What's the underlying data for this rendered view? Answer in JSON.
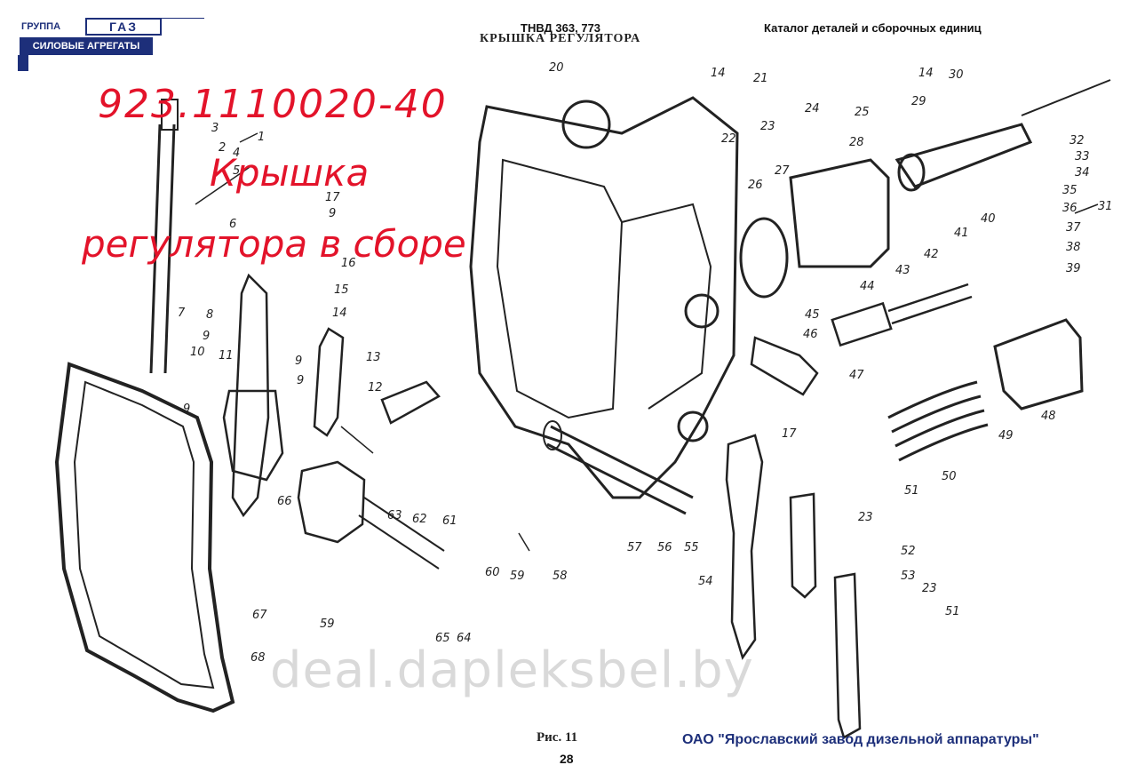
{
  "logo": {
    "group_text": "ГРУППА",
    "brand_text": "ГАЗ",
    "subtitle": "СИЛОВЫЕ АГРЕГАТЫ",
    "color": "#1d2f7a"
  },
  "header": {
    "center": "ТНВД 363, 773",
    "title": "КРЫШКА РЕГУЛЯТОРА",
    "right": "Каталог деталей и сборочных единиц"
  },
  "overlay": {
    "part_number": "923.1110020-40",
    "line1": "Крышка",
    "line2": "регулятора в сборе",
    "color": "#e3132a"
  },
  "callouts": [
    "1",
    "2",
    "3",
    "4",
    "5",
    "6",
    "7",
    "8",
    "9",
    "9",
    "9",
    "9",
    "9",
    "10",
    "11",
    "12",
    "13",
    "14",
    "14",
    "14",
    "15",
    "16",
    "17",
    "17",
    "20",
    "21",
    "22",
    "23",
    "23",
    "23",
    "24",
    "25",
    "26",
    "27",
    "28",
    "29",
    "30",
    "31",
    "32",
    "33",
    "34",
    "35",
    "36",
    "37",
    "38",
    "39",
    "40",
    "41",
    "42",
    "43",
    "44",
    "45",
    "46",
    "47",
    "48",
    "49",
    "50",
    "51",
    "51",
    "52",
    "53",
    "54",
    "55",
    "56",
    "57",
    "58",
    "59",
    "59",
    "60",
    "61",
    "62",
    "63",
    "64",
    "65",
    "66",
    "67",
    "68"
  ],
  "figure_caption": "Рис. 11",
  "page_number": "28",
  "footer": {
    "company": "ОАО \"Ярославский завод дизельной аппаратуры\""
  },
  "watermark": "deal.dapleksbel.by"
}
